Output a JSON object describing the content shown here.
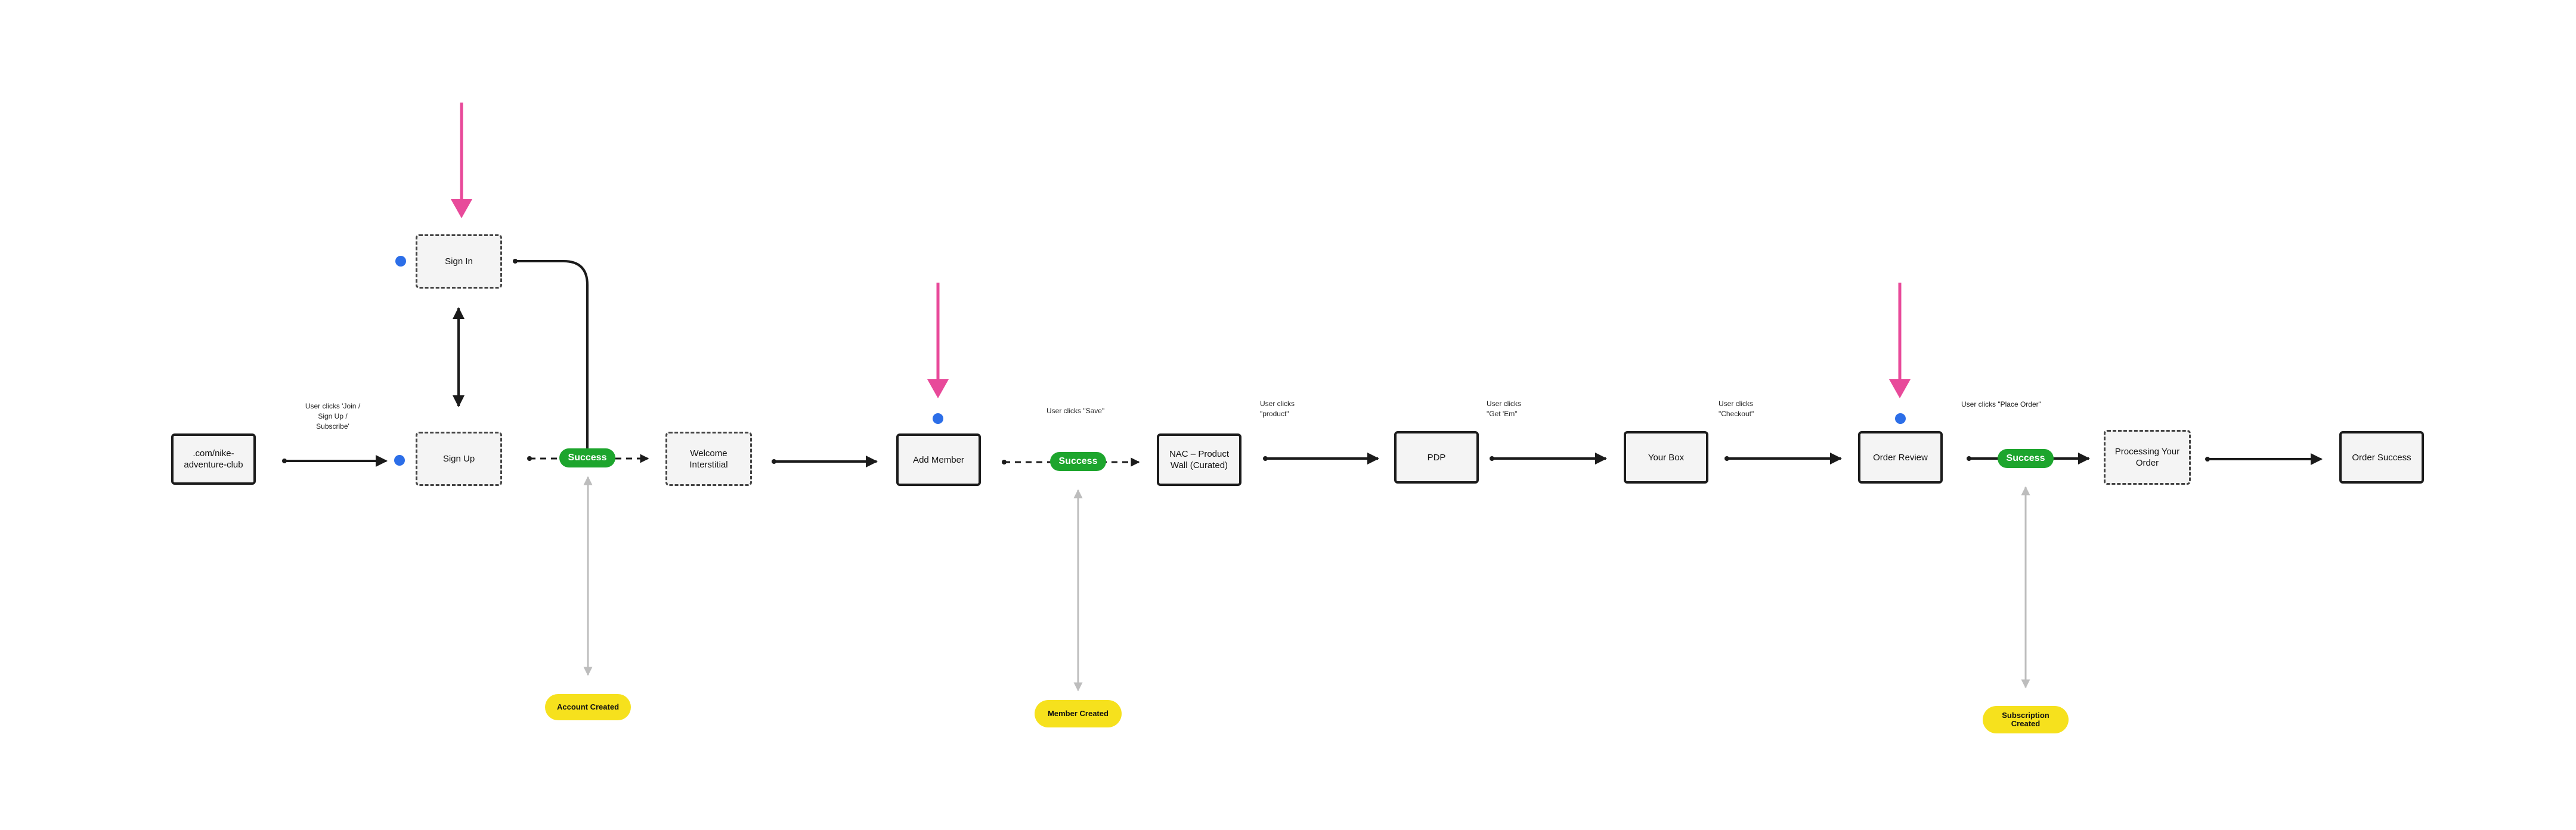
{
  "nodes": {
    "site": ".com/nike-\nadventure-club",
    "sign_in": "Sign In",
    "sign_up": "Sign Up",
    "welcome": "Welcome\nInterstitial",
    "add_member": "Add Member",
    "nac_wall": "NAC – Product\nWall (Curated)",
    "pdp": "PDP",
    "your_box": "Your Box",
    "order_review": "Order Review",
    "processing": "Processing Your\nOrder",
    "order_success": "Order Success"
  },
  "success_badges": [
    "Success",
    "Success",
    "Success"
  ],
  "events": {
    "account_created": "Account Created",
    "member_created": "Member Created",
    "subscription_created": "Subscription\nCreated"
  },
  "edge_labels": {
    "join": "User clicks 'Join /\nSign Up /\nSubscribe'",
    "save": "User clicks \"Save\"",
    "product": "User clicks\n\"product\"",
    "get_em": "User clicks\n\"Get 'Em\"",
    "checkout": "User clicks\n\"Checkout\"",
    "place_order": "User clicks \"Place Order\""
  },
  "colors": {
    "entry_arrow": "#e84a9a",
    "start_dot": "#2c6ee8",
    "success": "#1da52d",
    "event": "#f6e11d",
    "flow_line": "#1b1b1b",
    "event_line": "#bdbdbd"
  }
}
